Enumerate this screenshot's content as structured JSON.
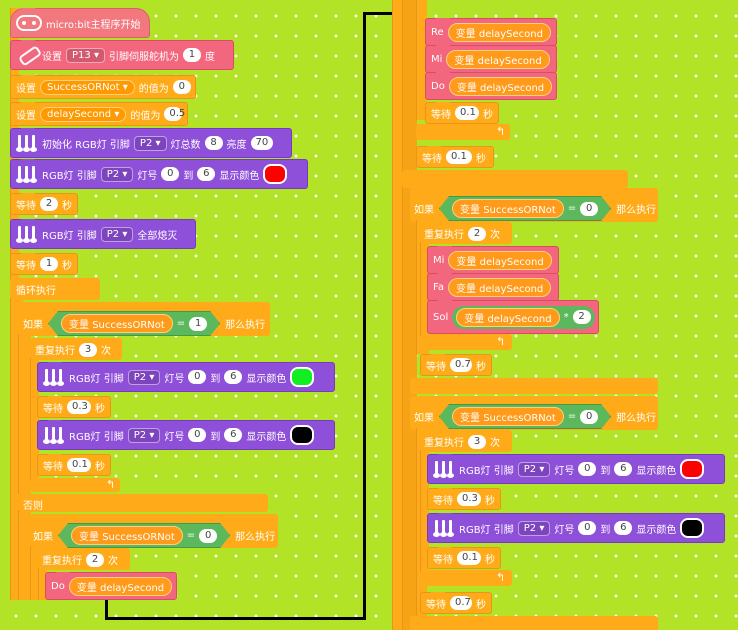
{
  "colors": {
    "red": "#ff0000",
    "green": "#11ee22",
    "black": "#000000",
    "background": "#b3e326"
  },
  "icons": {
    "start": "microbit-icon",
    "servo": "servo-icon",
    "rgb": "rgb-led-icon",
    "loop": "loop-arrow-icon"
  },
  "left": {
    "start": "micro:bit主程序开始",
    "servo": {
      "a": "设置",
      "pin": "P13",
      "b": "引脚伺服舵机为",
      "angle": "1",
      "c": "度"
    },
    "set1": {
      "a": "设置",
      "var": "SuccessORNot",
      "b": "的值为",
      "val": "0"
    },
    "set2": {
      "a": "设置",
      "var": "delaySecond",
      "b": "的值为",
      "val": "0.5"
    },
    "init": {
      "a": "初始化 RGB灯 引脚",
      "pin": "P2",
      "b": "灯总数",
      "count": "8",
      "c": "亮度",
      "bright": "70"
    },
    "rgb_red": {
      "a": "RGB灯 引脚",
      "pin": "P2",
      "b": "灯号",
      "from": "0",
      "c": "到",
      "to": "6",
      "d": "显示颜色"
    },
    "wait1": {
      "a": "等待",
      "v": "2",
      "b": "秒"
    },
    "alloff": {
      "a": "RGB灯 引脚",
      "pin": "P2",
      "b": "全部熄灭"
    },
    "wait2": {
      "a": "等待",
      "v": "1",
      "b": "秒"
    },
    "forever": "循环执行",
    "if1": {
      "a": "如果",
      "var_kw": "变量",
      "var": "SuccessORNot",
      "eq": "=",
      "val": "1",
      "b": "那么执行"
    },
    "rep1": {
      "a": "重复执行",
      "n": "3",
      "b": "次"
    },
    "rgb_green": {
      "a": "RGB灯 引脚",
      "pin": "P2",
      "b": "灯号",
      "from": "0",
      "c": "到",
      "to": "6",
      "d": "显示颜色"
    },
    "wait3": {
      "a": "等待",
      "v": "0.3",
      "b": "秒"
    },
    "rgb_black": {
      "a": "RGB灯 引脚",
      "pin": "P2",
      "b": "灯号",
      "from": "0",
      "c": "到",
      "to": "6",
      "d": "显示颜色"
    },
    "wait4": {
      "a": "等待",
      "v": "0.1",
      "b": "秒"
    },
    "else": "否则",
    "if2": {
      "a": "如果",
      "var_kw": "变量",
      "var": "SuccessORNot",
      "eq": "=",
      "val": "0",
      "b": "那么执行"
    },
    "rep2": {
      "a": "重复执行",
      "n": "2",
      "b": "次"
    },
    "note_do": {
      "note": "Do",
      "var_kw": "变量",
      "var": "delaySecond"
    }
  },
  "right": {
    "note_re": {
      "note": "Re",
      "var_kw": "变量",
      "var": "delaySecond"
    },
    "note_mi": {
      "note": "Mi",
      "var_kw": "变量",
      "var": "delaySecond"
    },
    "note_do": {
      "note": "Do",
      "var_kw": "变量",
      "var": "delaySecond"
    },
    "wait1": {
      "a": "等待",
      "v": "0.1",
      "b": "秒"
    },
    "wait2": {
      "a": "等待",
      "v": "0.1",
      "b": "秒"
    },
    "if1": {
      "a": "如果",
      "var_kw": "变量",
      "var": "SuccessORNot",
      "eq": "=",
      "val": "0",
      "b": "那么执行"
    },
    "rep1": {
      "a": "重复执行",
      "n": "2",
      "b": "次"
    },
    "note_mi2": {
      "note": "Mi",
      "var_kw": "变量",
      "var": "delaySecond"
    },
    "note_fa": {
      "note": "Fa",
      "var_kw": "变量",
      "var": "delaySecond"
    },
    "note_sol": {
      "note": "Sol",
      "var_kw": "变量",
      "var": "delaySecond",
      "op": "*",
      "val": "2"
    },
    "wait3": {
      "a": "等待",
      "v": "0.7",
      "b": "秒"
    },
    "if2": {
      "a": "如果",
      "var_kw": "变量",
      "var": "SuccessORNot",
      "eq": "=",
      "val": "0",
      "b": "那么执行"
    },
    "rep2": {
      "a": "重复执行",
      "n": "3",
      "b": "次"
    },
    "rgb_red": {
      "a": "RGB灯 引脚",
      "pin": "P2",
      "b": "灯号",
      "from": "0",
      "c": "到",
      "to": "6",
      "d": "显示颜色"
    },
    "wait4": {
      "a": "等待",
      "v": "0.3",
      "b": "秒"
    },
    "rgb_black": {
      "a": "RGB灯 引脚",
      "pin": "P2",
      "b": "灯号",
      "from": "0",
      "c": "到",
      "to": "6",
      "d": "显示颜色"
    },
    "wait5": {
      "a": "等待",
      "v": "0.1",
      "b": "秒"
    },
    "wait6": {
      "a": "等待",
      "v": "0.7",
      "b": "秒"
    }
  }
}
